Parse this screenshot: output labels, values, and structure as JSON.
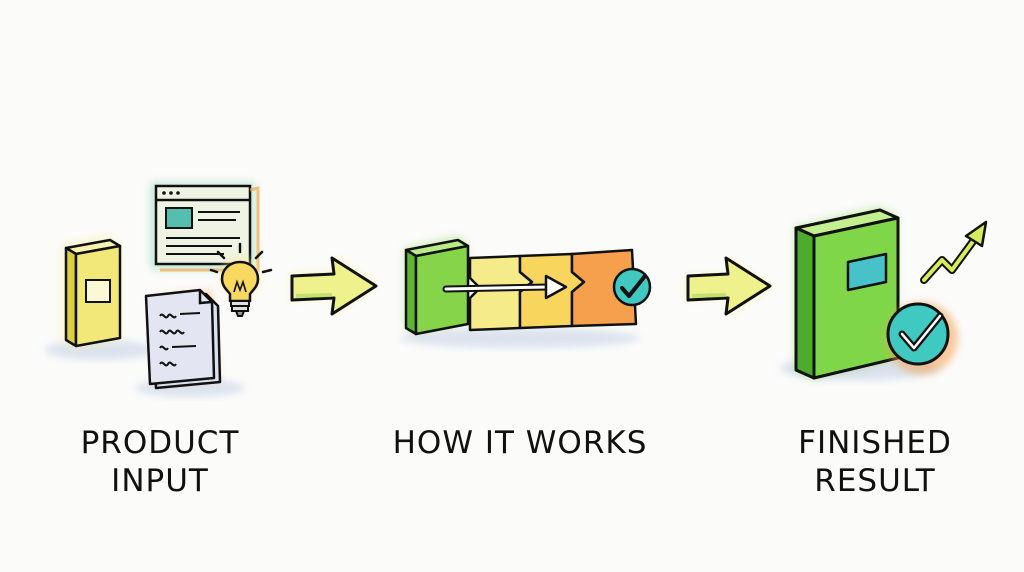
{
  "steps": [
    {
      "label_line1": "PRODUCT",
      "label_line2": "INPUT"
    },
    {
      "label_line1": "HOW IT WORKS",
      "label_line2": ""
    },
    {
      "label_line1": "FINISHED",
      "label_line2": "RESULT"
    }
  ],
  "colors": {
    "yellow": "#f3ec8a",
    "green": "#8bd84f",
    "orange": "#f6a04d",
    "teal": "#3fc9c0",
    "paper": "#d9dcec",
    "browser_bg": "#e9f2dd",
    "ink": "#111111"
  }
}
